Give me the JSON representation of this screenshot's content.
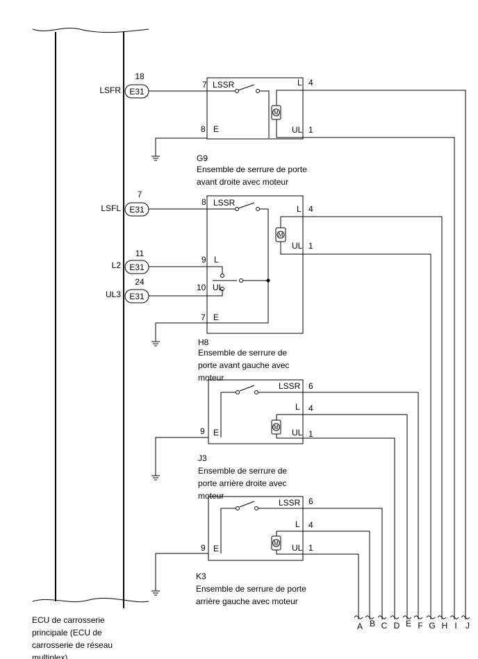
{
  "ecu": {
    "label_lines": [
      "ECU de carrosserie",
      "principale (ECU de",
      "carrosserie de réseau",
      "multiplex)"
    ],
    "signals": [
      {
        "name": "LSFR",
        "connector": "E31",
        "pin": "18"
      },
      {
        "name": "LSFL",
        "connector": "E31",
        "pin": "7"
      },
      {
        "name": "L2",
        "connector": "E31",
        "pin": "11"
      },
      {
        "name": "UL3",
        "connector": "E31",
        "pin": "24"
      }
    ]
  },
  "components": [
    {
      "id": "G9",
      "desc_lines": [
        "Ensemble de serrure de porte",
        "avant droite avec moteur"
      ],
      "pins": [
        {
          "num": "7",
          "label": "LSSR"
        },
        {
          "num": "8",
          "label": "E"
        },
        {
          "num": "4",
          "label": "L"
        },
        {
          "num": "1",
          "label": "UL"
        }
      ]
    },
    {
      "id": "H8",
      "desc_lines": [
        "Ensemble de serrure de",
        "porte avant gauche avec",
        "moteur"
      ],
      "pins": [
        {
          "num": "8",
          "label": "LSSR"
        },
        {
          "num": "9",
          "label": "L"
        },
        {
          "num": "10",
          "label": "UL"
        },
        {
          "num": "7",
          "label": "E"
        },
        {
          "num": "4",
          "label": "L"
        },
        {
          "num": "1",
          "label": "UL"
        }
      ]
    },
    {
      "id": "J3",
      "desc_lines": [
        "Ensemble de serrure de",
        "porte arrière droite avec",
        "moteur"
      ],
      "pins": [
        {
          "num": "6",
          "label": "LSSR"
        },
        {
          "num": "4",
          "label": "L"
        },
        {
          "num": "1",
          "label": "UL"
        },
        {
          "num": "9",
          "label": "E"
        }
      ]
    },
    {
      "id": "K3",
      "desc_lines": [
        "Ensemble de serrure de porte",
        "arrière gauche avec moteur"
      ],
      "pins": [
        {
          "num": "6",
          "label": "LSSR"
        },
        {
          "num": "4",
          "label": "L"
        },
        {
          "num": "1",
          "label": "UL"
        },
        {
          "num": "9",
          "label": "E"
        }
      ]
    }
  ],
  "motor_symbol": "M",
  "continuation_letters": [
    "A",
    "B",
    "C",
    "D",
    "E",
    "F",
    "G",
    "H",
    "I",
    "J"
  ]
}
